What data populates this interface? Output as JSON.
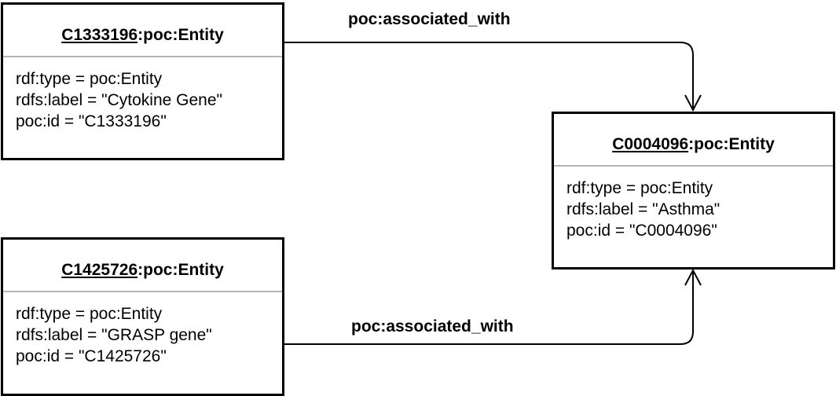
{
  "nodes": [
    {
      "id": "C1333196",
      "type_suffix": ":poc:Entity",
      "attributes": [
        "rdf:type = poc:Entity",
        "rdfs:label = \"Cytokine Gene\"",
        "poc:id = \"C1333196\""
      ]
    },
    {
      "id": "C1425726",
      "type_suffix": ":poc:Entity",
      "attributes": [
        "rdf:type = poc:Entity",
        "rdfs:label = \"GRASP gene\"",
        "poc:id = \"C1425726\""
      ]
    },
    {
      "id": "C0004096",
      "type_suffix": ":poc:Entity",
      "attributes": [
        "rdf:type = poc:Entity",
        "rdfs:label = \"Asthma\"",
        "poc:id = \"C0004096\""
      ]
    }
  ],
  "edges": [
    {
      "from": "C1333196",
      "to": "C0004096",
      "label": "poc:associated_with"
    },
    {
      "from": "C1425726",
      "to": "C0004096",
      "label": "poc:associated_with"
    }
  ]
}
